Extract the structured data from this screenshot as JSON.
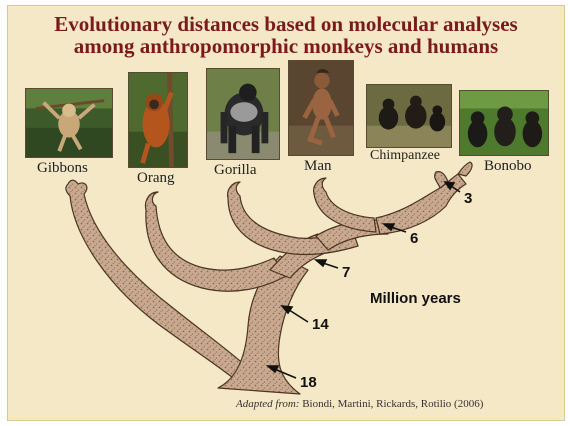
{
  "title": {
    "line1": "Evolutionary distances based on molecular analyses",
    "line2": "among anthropomorphic monkeys and humans"
  },
  "species": [
    {
      "key": "gibbons",
      "label": "Gibbons"
    },
    {
      "key": "orang",
      "label": "Orang"
    },
    {
      "key": "gorilla",
      "label": "Gorilla"
    },
    {
      "key": "man",
      "label": "Man"
    },
    {
      "key": "chimpanzee",
      "label": "Chimpanzee"
    },
    {
      "key": "bonobo",
      "label": "Bonobo"
    }
  ],
  "divergence_labels": [
    "3",
    "6",
    "7",
    "14",
    "18"
  ],
  "unit_label": "Million years",
  "credit": {
    "prefix": "Adapted from:",
    "authors": "Biondi, Martini, Rickards, Rotilio (2006)"
  },
  "colors": {
    "background": "#f4e8c6",
    "title": "#7a1a1a",
    "tree_fill": "#c9aa8e",
    "tree_outline": "#4a3424"
  }
}
